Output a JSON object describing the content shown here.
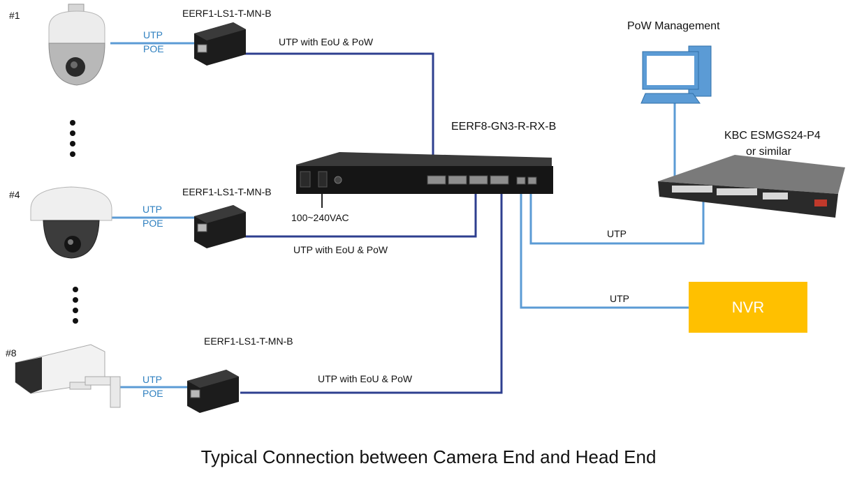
{
  "cameras": [
    {
      "index_label": "#1",
      "type": "ptz-dome",
      "link_top": "UTP",
      "link_bottom": "POE",
      "adapter_label": "EERF1-LS1-T-MN-B",
      "uplink_label": "UTP with EoU & PoW"
    },
    {
      "index_label": "#4",
      "type": "dome",
      "link_top": "UTP",
      "link_bottom": "POE",
      "adapter_label": "EERF1-LS1-T-MN-B",
      "uplink_label": "UTP with EoU & PoW"
    },
    {
      "index_label": "#8",
      "type": "bullet",
      "link_top": "UTP",
      "link_bottom": "POE",
      "adapter_label": "EERF1-LS1-T-MN-B",
      "uplink_label": "UTP with EoU & PoW"
    }
  ],
  "head_end": {
    "model": "EERF8-GN3-R-RX-B",
    "power_label": "100~240VAC"
  },
  "management": {
    "label": "PoW Management"
  },
  "switch": {
    "label_line1": "KBC ESMGS24-P4",
    "label_line2": "or similar",
    "link_label": "UTP"
  },
  "nvr": {
    "label": "NVR",
    "link_label": "UTP"
  },
  "caption": "Typical Connection between Camera End and Head End",
  "colors": {
    "poe_link": "#5b9bd5",
    "eou_link": "#2e3f8f",
    "nvr": "#ffc000",
    "label_blue": "#2f80c0"
  }
}
